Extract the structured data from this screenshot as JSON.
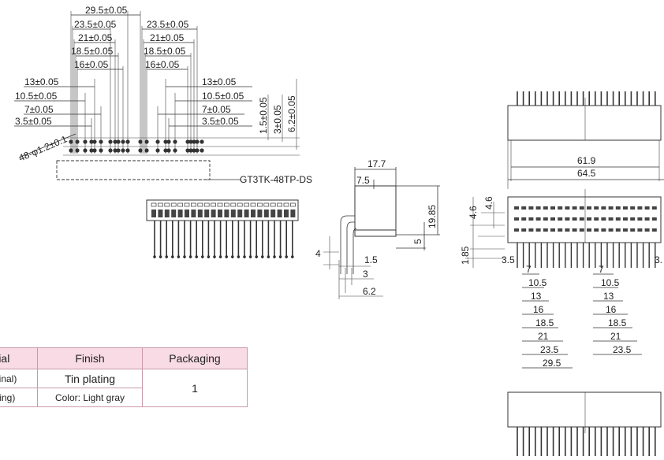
{
  "left_dims_top": [
    "29.5±0.05",
    "23.5±0.05",
    "21±0.05",
    "18.5±0.05",
    "16±0.05"
  ],
  "right_dims_top": [
    "23.5±0.05",
    "21±0.05",
    "18.5±0.05",
    "16±0.05"
  ],
  "left_dims_side": [
    "13±0.05",
    "10.5±0.05",
    "7±0.05",
    "3.5±0.05"
  ],
  "right_dims_side": [
    "13±0.05",
    "10.5±0.05",
    "7±0.05",
    "3.5±0.05"
  ],
  "vertical_dims": [
    "1.5±0.05",
    "3±0.05",
    "6.2±0.05"
  ],
  "hole_spec": "48-φ1.2±0.1",
  "part_label": "GT3TK-48TP-DS",
  "side_view": {
    "width_top": "17.7",
    "width_7_5": "7.5",
    "height_19_85": "19.85",
    "height_5": "5",
    "dim_4": "4",
    "dim_1_5": "1.5",
    "dim_3": "3",
    "dim_6_2": "6.2"
  },
  "right_view": {
    "w1": "61.9",
    "w2": "64.5",
    "h1": "4.6",
    "h2": "4.6",
    "h3": "1.85",
    "pitch_left": "3.5",
    "pitch_right": "3.",
    "pitches_left": [
      "7",
      "10.5",
      "13",
      "16",
      "18.5",
      "21",
      "23.5",
      "29.5"
    ],
    "pitches_right": [
      "7",
      "10.5",
      "13",
      "16",
      "18.5",
      "21",
      "23.5"
    ]
  },
  "table": {
    "headers": [
      "rial",
      "Finish",
      "Packaging"
    ],
    "row1": {
      "material": "rminal)",
      "finish": "Tin plating",
      "packaging": "1"
    },
    "row2": {
      "material": "using)",
      "finish": "Color: Light gray"
    }
  }
}
